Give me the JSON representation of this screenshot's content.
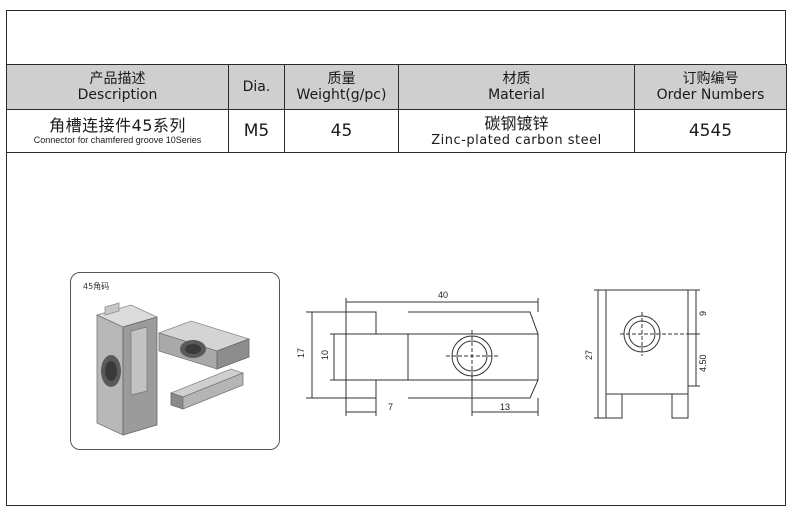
{
  "table": {
    "headers": {
      "description": {
        "cn": "产品描述",
        "en": "Description"
      },
      "dia": {
        "en": "Dia."
      },
      "weight": {
        "cn": "质量",
        "en": "Weight(g/pc)"
      },
      "material": {
        "cn": "材质",
        "en": "Material"
      },
      "order": {
        "cn": "订购编号",
        "en": "Order Numbers"
      }
    },
    "row": {
      "description_cn": "角槽连接件45系列",
      "description_en": "Connector for chamfered groove 10Series",
      "dia": "M5",
      "weight": "45",
      "material_cn": "碳钢镀锌",
      "material_en": "Zinc-plated carbon steel",
      "order_number": "4545"
    }
  },
  "photo": {
    "label": "45角码"
  },
  "drawing": {
    "dims": {
      "length": "40",
      "height_outer": "17",
      "height_inner": "10",
      "offset_left": "7",
      "offset_right": "13",
      "side_height": "27",
      "side_top": "9",
      "side_mid": "4.50"
    }
  },
  "colors": {
    "header_bg": "#cfcfcf",
    "line": "#2a2a2a",
    "drawing_line": "#333333"
  }
}
